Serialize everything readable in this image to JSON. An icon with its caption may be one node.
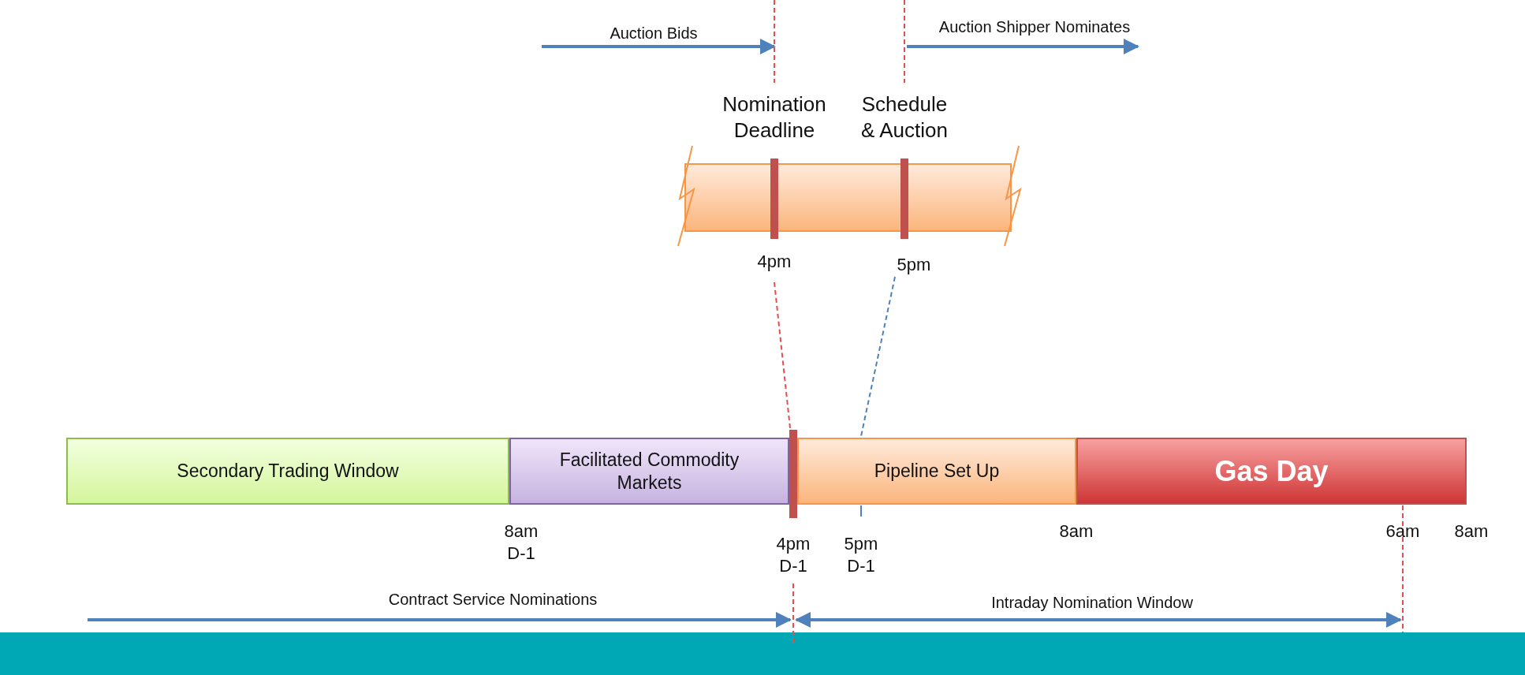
{
  "diagram": {
    "nodes": [
      {
        "text": [
          "Secondary Trading Window"
        ]
      },
      {
        "text": [
          "Facilitated Commodity Markets"
        ]
      },
      {
        "text": [
          "Pipeline Set Up"
        ]
      },
      {
        "text": [
          "Gas Day"
        ]
      },
      {
        "text": [],
        "shape": "box"
      }
    ],
    "edges": [],
    "labels": [
      "Auction Bids",
      "Auction Shipper Nominates",
      "Nomination Deadline",
      "Schedule & Auction",
      "4pm",
      "5pm",
      "8am D-1",
      "4pm D-1",
      "5pm D-1",
      "8am",
      "6am",
      "8am",
      "Contract Service Nominations",
      "Intraday Nomination Window"
    ]
  }
}
